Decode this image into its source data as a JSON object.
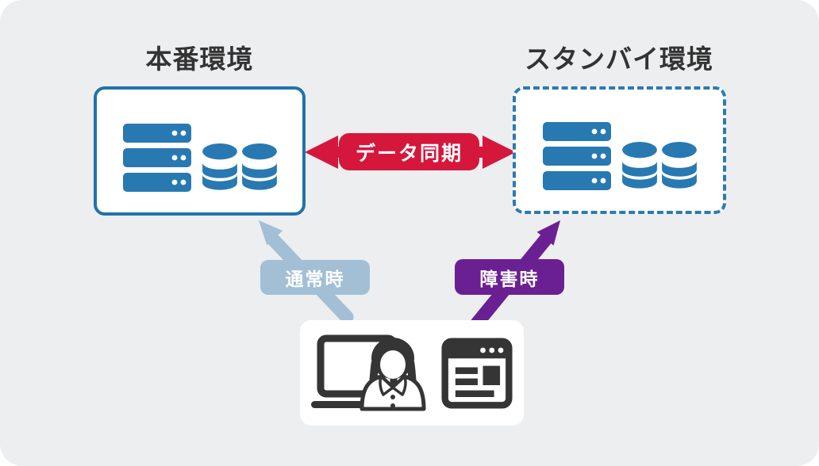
{
  "diagram": {
    "production": {
      "title": "本番環境"
    },
    "standby": {
      "title": "スタンバイ環境"
    },
    "sync": {
      "label": "データ同期"
    },
    "normal": {
      "label": "通常時"
    },
    "failure": {
      "label": "障害時"
    }
  },
  "colors": {
    "background": "#ffffff",
    "panel": "#edeef0",
    "icon_blue": "#2879b1",
    "production_border": "#2173a9",
    "standby_border_dashed": "#2b7ab3",
    "sync_red": "#d5173c",
    "normal_light_blue": "#a2bfd5",
    "failure_purple": "#6a2092",
    "icon_dark": "#353535",
    "title_text": "#333333",
    "label_text": "#ffffff"
  },
  "icons": {
    "production_box": [
      "server-icon",
      "database-icon",
      "database-icon"
    ],
    "standby_box": [
      "server-icon",
      "database-icon",
      "database-icon"
    ],
    "client_box": [
      "laptop-user-icon",
      "browser-window-icon"
    ]
  }
}
